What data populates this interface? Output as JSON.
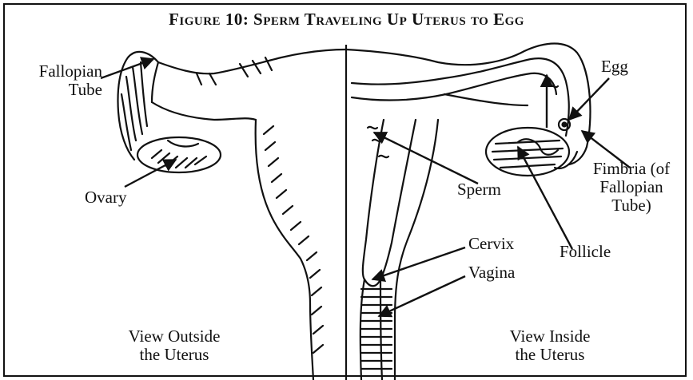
{
  "figure": {
    "title": "Figure 10: Sperm Traveling Up Uterus to Egg",
    "labels": {
      "fallopian_tube": "Fallopian\nTube",
      "ovary": "Ovary",
      "egg": "Egg",
      "sperm": "Sperm",
      "fimbria": "Fimbria (of\nFallopian\nTube)",
      "follicle": "Follicle",
      "cervix": "Cervix",
      "vagina": "Vagina"
    },
    "captions": {
      "outside": "View Outside\nthe Uterus",
      "inside": "View Inside\nthe Uterus"
    }
  }
}
